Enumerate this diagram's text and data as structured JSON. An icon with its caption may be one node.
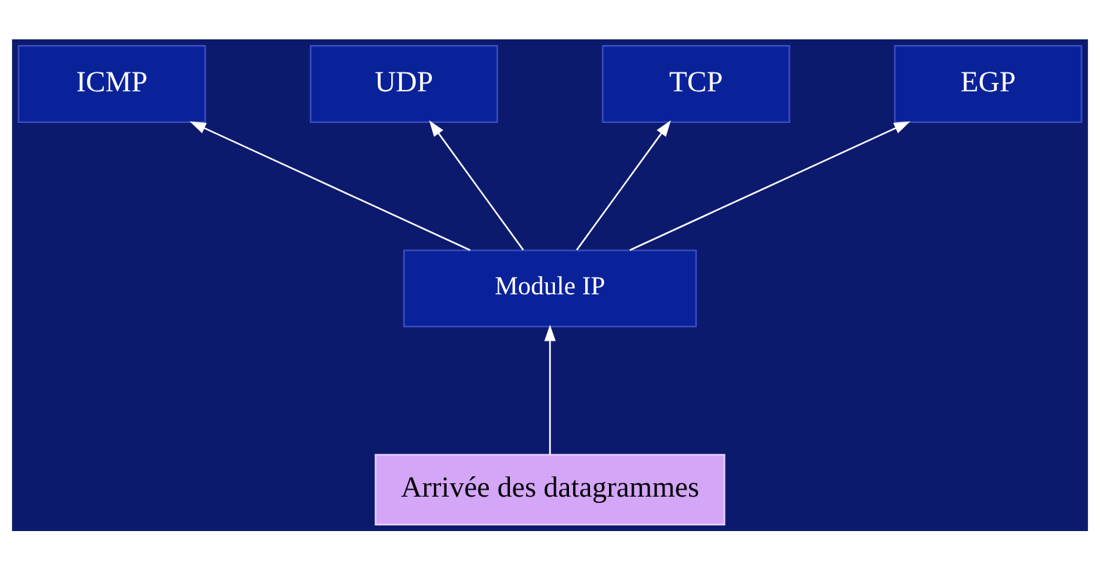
{
  "diagram": {
    "nodes": [
      {
        "text": [
          "ICMP"
        ]
      },
      {
        "text": [
          "UDP"
        ]
      },
      {
        "text": [
          "TCP"
        ]
      },
      {
        "text": [
          "EGP"
        ]
      },
      {
        "text": [
          "Module IP"
        ]
      },
      {
        "text": [
          "Arrivée des datagrammes"
        ]
      }
    ],
    "edges": [
      {
        "from": 4,
        "to": 0,
        "arrow": "to"
      },
      {
        "from": 4,
        "to": 1,
        "arrow": "to"
      },
      {
        "from": 4,
        "to": 2,
        "arrow": "to"
      },
      {
        "from": 4,
        "to": 3,
        "arrow": "to"
      },
      {
        "from": 5,
        "to": 4,
        "arrow": "to"
      }
    ]
  }
}
